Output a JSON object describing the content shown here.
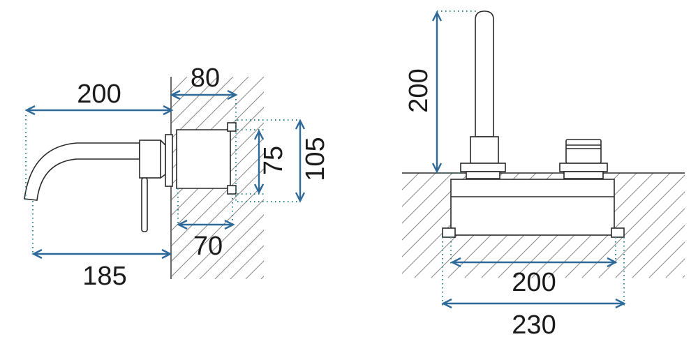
{
  "colors": {
    "dimension": "#2d6a9a",
    "extension": "#2d8a86",
    "outline": "#2a2a2a",
    "hatch": "#8a8a8a"
  },
  "side_view": {
    "spout_reach_top": "200",
    "wall_depth_80": "80",
    "body_height_75": "75",
    "plate_height_105": "105",
    "body_depth_70": "70",
    "spout_reach_bottom": "185"
  },
  "front_view": {
    "spout_height": "200",
    "spacing_200": "200",
    "overall_230": "230"
  }
}
